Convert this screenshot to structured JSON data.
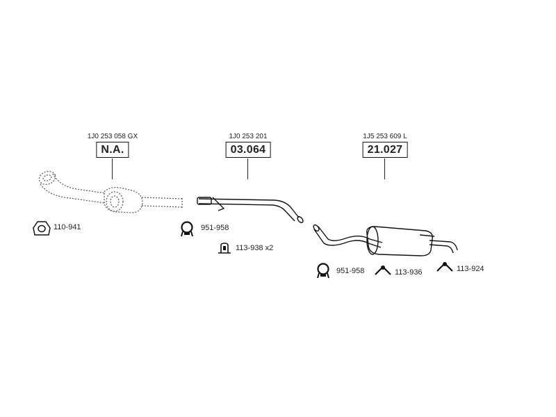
{
  "parts": [
    {
      "oem": "1J0 253 058 GX",
      "code": "N.A."
    },
    {
      "oem": "1J0 253 201",
      "code": "03.064"
    },
    {
      "oem": "1J5 253 609 L",
      "code": "21.027"
    }
  ],
  "accessories": [
    {
      "icon": "gasket-icon",
      "label": "110-941"
    },
    {
      "icon": "clamp-icon",
      "label": "951-958"
    },
    {
      "icon": "bracket-icon",
      "label": "113-938 x2"
    },
    {
      "icon": "clamp-icon",
      "label": "951-958"
    },
    {
      "icon": "rubber-hanger-icon",
      "label": "113-936"
    },
    {
      "icon": "rubber-hanger-icon",
      "label": "113-924"
    }
  ]
}
